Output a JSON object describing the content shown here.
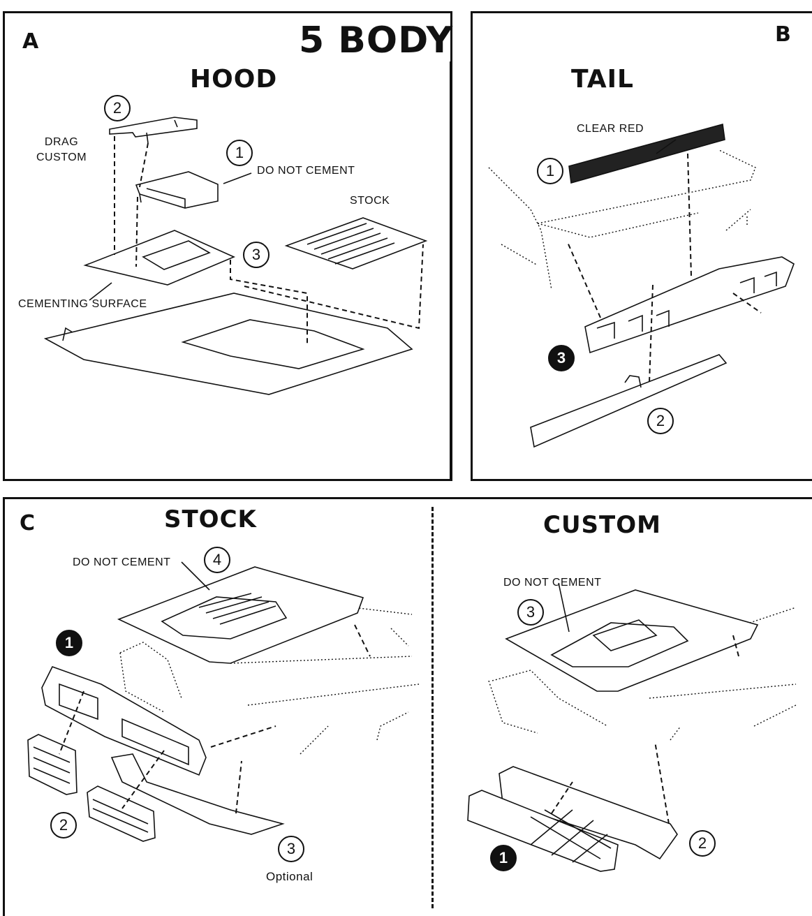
{
  "title": "5 BODY",
  "sections": {
    "a": {
      "letter": "A",
      "heading": "HOOD",
      "labels": {
        "drag_custom": "DRAG\nCUSTOM",
        "do_not_cement": "DO NOT CEMENT",
        "stock": "STOCK",
        "cementing_surface": "CEMENTING SURFACE"
      },
      "callouts": [
        "1",
        "2",
        "3"
      ]
    },
    "b": {
      "letter": "B",
      "heading": "TAIL",
      "labels": {
        "clear_red": "CLEAR RED"
      },
      "callouts": [
        "1",
        "2",
        "3"
      ]
    },
    "c": {
      "letter": "C",
      "stock": {
        "heading": "STOCK",
        "labels": {
          "do_not_cement": "DO NOT CEMENT",
          "optional": "Optional"
        },
        "callouts": [
          "1",
          "2",
          "3",
          "4"
        ]
      },
      "custom": {
        "heading": "CUSTOM",
        "labels": {
          "do_not_cement": "DO NOT CEMENT"
        },
        "callouts": [
          "1",
          "2",
          "3"
        ]
      }
    }
  }
}
